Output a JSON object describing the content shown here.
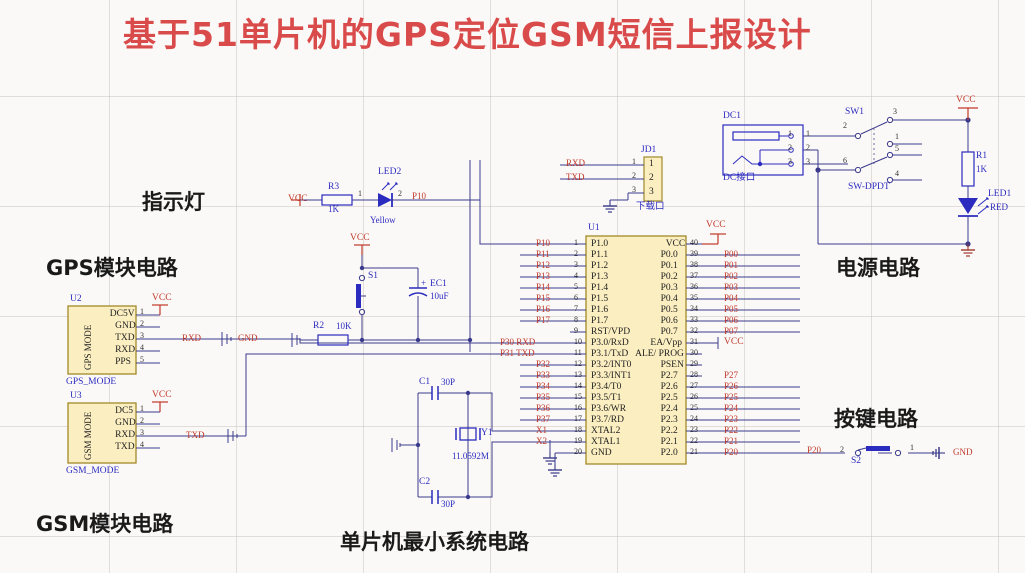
{
  "title": "基于51单片机的GPS定位GSM短信上报设计",
  "zones": [
    {
      "name": "indicator",
      "label": "指示灯"
    },
    {
      "name": "gps-module-circuit",
      "label": "GPS模块电路"
    },
    {
      "name": "gsm-module-circuit",
      "label": "GSM模块电路"
    },
    {
      "name": "mcu-min-system-circuit",
      "label": "单片机最小系统电路"
    },
    {
      "name": "power-circuit",
      "label": "电源电路"
    },
    {
      "name": "key-circuit",
      "label": "按键电路"
    }
  ],
  "mcu": {
    "ref": "U1",
    "vcc_label": "VCC",
    "left_pins": [
      {
        "num": "1",
        "name": "P1.0",
        "net": "P10"
      },
      {
        "num": "2",
        "name": "P1.1",
        "net": "P11"
      },
      {
        "num": "3",
        "name": "P1.2",
        "net": "P12"
      },
      {
        "num": "4",
        "name": "P1.3",
        "net": "P13"
      },
      {
        "num": "5",
        "name": "P1.4",
        "net": "P14"
      },
      {
        "num": "6",
        "name": "P1.5",
        "net": "P15"
      },
      {
        "num": "7",
        "name": "P1.6",
        "net": "P16"
      },
      {
        "num": "8",
        "name": "P1.7",
        "net": "P17"
      },
      {
        "num": "9",
        "name": "RST/VPD",
        "net": ""
      },
      {
        "num": "10",
        "name": "P3.0/RxD",
        "net": "P30  RXD"
      },
      {
        "num": "11",
        "name": "P3.1/TxD",
        "net": "P31  TXD"
      },
      {
        "num": "12",
        "name": "P3.2/INT0",
        "net": "P32"
      },
      {
        "num": "13",
        "name": "P3.3/INT1",
        "net": "P33"
      },
      {
        "num": "14",
        "name": "P3.4/T0",
        "net": "P34"
      },
      {
        "num": "15",
        "name": "P3.5/T1",
        "net": "P35"
      },
      {
        "num": "16",
        "name": "P3.6/WR",
        "net": "P36"
      },
      {
        "num": "17",
        "name": "P3.7/RD",
        "net": "P37"
      },
      {
        "num": "18",
        "name": "XTAL2",
        "net": "X1"
      },
      {
        "num": "19",
        "name": "XTAL1",
        "net": "X2"
      },
      {
        "num": "20",
        "name": "GND",
        "net": ""
      }
    ],
    "right_pins": [
      {
        "num": "40",
        "name": "VCC",
        "net": ""
      },
      {
        "num": "39",
        "name": "P0.0",
        "net": "P00"
      },
      {
        "num": "38",
        "name": "P0.1",
        "net": "P01"
      },
      {
        "num": "37",
        "name": "P0.2",
        "net": "P02"
      },
      {
        "num": "36",
        "name": "P0.3",
        "net": "P03"
      },
      {
        "num": "35",
        "name": "P0.4",
        "net": "P04"
      },
      {
        "num": "34",
        "name": "P0.5",
        "net": "P05"
      },
      {
        "num": "33",
        "name": "P0.6",
        "net": "P06"
      },
      {
        "num": "32",
        "name": "P0.7",
        "net": "P07"
      },
      {
        "num": "31",
        "name": "EA/Vpp",
        "net": "VCC"
      },
      {
        "num": "30",
        "name": "ALE/ PROG",
        "net": ""
      },
      {
        "num": "29",
        "name": "PSEN",
        "net": ""
      },
      {
        "num": "28",
        "name": "P2.7",
        "net": "P27"
      },
      {
        "num": "27",
        "name": "P2.6",
        "net": "P26"
      },
      {
        "num": "26",
        "name": "P2.5",
        "net": "P25"
      },
      {
        "num": "25",
        "name": "P2.4",
        "net": "P24"
      },
      {
        "num": "24",
        "name": "P2.3",
        "net": "P23"
      },
      {
        "num": "23",
        "name": "P2.2",
        "net": "P22"
      },
      {
        "num": "22",
        "name": "P2.1",
        "net": "P21"
      },
      {
        "num": "21",
        "name": "P2.0",
        "net": "P20"
      }
    ]
  },
  "gps_module": {
    "ref": "U2",
    "side_label": "GPS MODE",
    "name_label": "GPS_MODE",
    "vcc_label": "VCC",
    "pins": [
      {
        "num": "1",
        "name": "DC5V"
      },
      {
        "num": "2",
        "name": "GND"
      },
      {
        "num": "3",
        "name": "TXD"
      },
      {
        "num": "4",
        "name": "RXD"
      },
      {
        "num": "5",
        "name": "PPS"
      }
    ],
    "net_rxd": "RXD",
    "net_gnd": "GND"
  },
  "gsm_module": {
    "ref": "U3",
    "side_label": "GSM MODE",
    "name_label": "GSM_MODE",
    "vcc_label": "VCC",
    "pins": [
      {
        "num": "1",
        "name": "DC5"
      },
      {
        "num": "2",
        "name": "GND"
      },
      {
        "num": "3",
        "name": "RXD"
      },
      {
        "num": "4",
        "name": "TXD"
      }
    ],
    "net_txd": "TXD"
  },
  "download_port": {
    "ref": "JD1",
    "name_label": "下载口",
    "pins": [
      "1",
      "2",
      "3"
    ],
    "wire_rxd": "RXD",
    "wire_txd": "TXD",
    "pin_nums": [
      "1",
      "2",
      "3"
    ]
  },
  "indicator": {
    "vcc_label": "VCC",
    "r3_ref": "R3",
    "r3_val": "1K",
    "led2_ref": "LED2",
    "led2_color": "Yellow",
    "pin_a": "1",
    "pin_k": "2",
    "net": "P10"
  },
  "reset": {
    "vcc_label": "VCC",
    "s1_ref": "S1",
    "ec1_ref": "EC1",
    "ec1_val": "10uF",
    "ec1_polarity": "+",
    "r2_ref": "R2",
    "r2_val": "10K"
  },
  "crystal": {
    "c1_ref": "C1",
    "c1_val": "30P",
    "c2_ref": "C2",
    "c2_val": "30P",
    "y1_ref": "Y1",
    "y1_val": "11.0592M"
  },
  "power": {
    "dc_ref": "DC1",
    "dc_name": "DC接口",
    "dc_pins": [
      "1",
      "2",
      "3"
    ],
    "dc_out_pins": [
      "1",
      "2",
      "3"
    ],
    "sw_ref": "SW1",
    "sw_type": "SW-DPDT",
    "sw_pins": {
      "p3": "3",
      "p2": "2",
      "p1": "1",
      "p5": "5",
      "p6": "6",
      "p4": "4"
    },
    "vcc_label": "VCC",
    "r1_ref": "R1",
    "r1_val": "1K",
    "led1_ref": "LED1",
    "led1_color": "RED"
  },
  "key": {
    "net": "P20",
    "pin_2": "2",
    "pin_1": "1",
    "s2_ref": "S2",
    "gnd_label": "GND"
  },
  "colors": {
    "wire": "#3a3a8c",
    "component": "#2b2bbf",
    "body_fill": "#fbeec0",
    "body_stroke": "#a08a2a",
    "net_red": "#c0392b",
    "title": "#d94a4a"
  }
}
